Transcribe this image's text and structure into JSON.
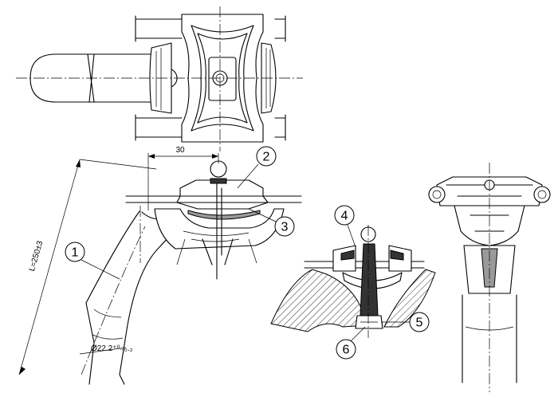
{
  "dimensions": {
    "offset": "30",
    "length": "L=250±3",
    "diameter": "Ø22.2⁺⁰₋₀.₂"
  },
  "callouts": [
    "1",
    "2",
    "3",
    "4",
    "5",
    "6"
  ],
  "colors": {
    "line": "#000000",
    "background": "#ffffff",
    "shade": "#9a9a9a"
  }
}
